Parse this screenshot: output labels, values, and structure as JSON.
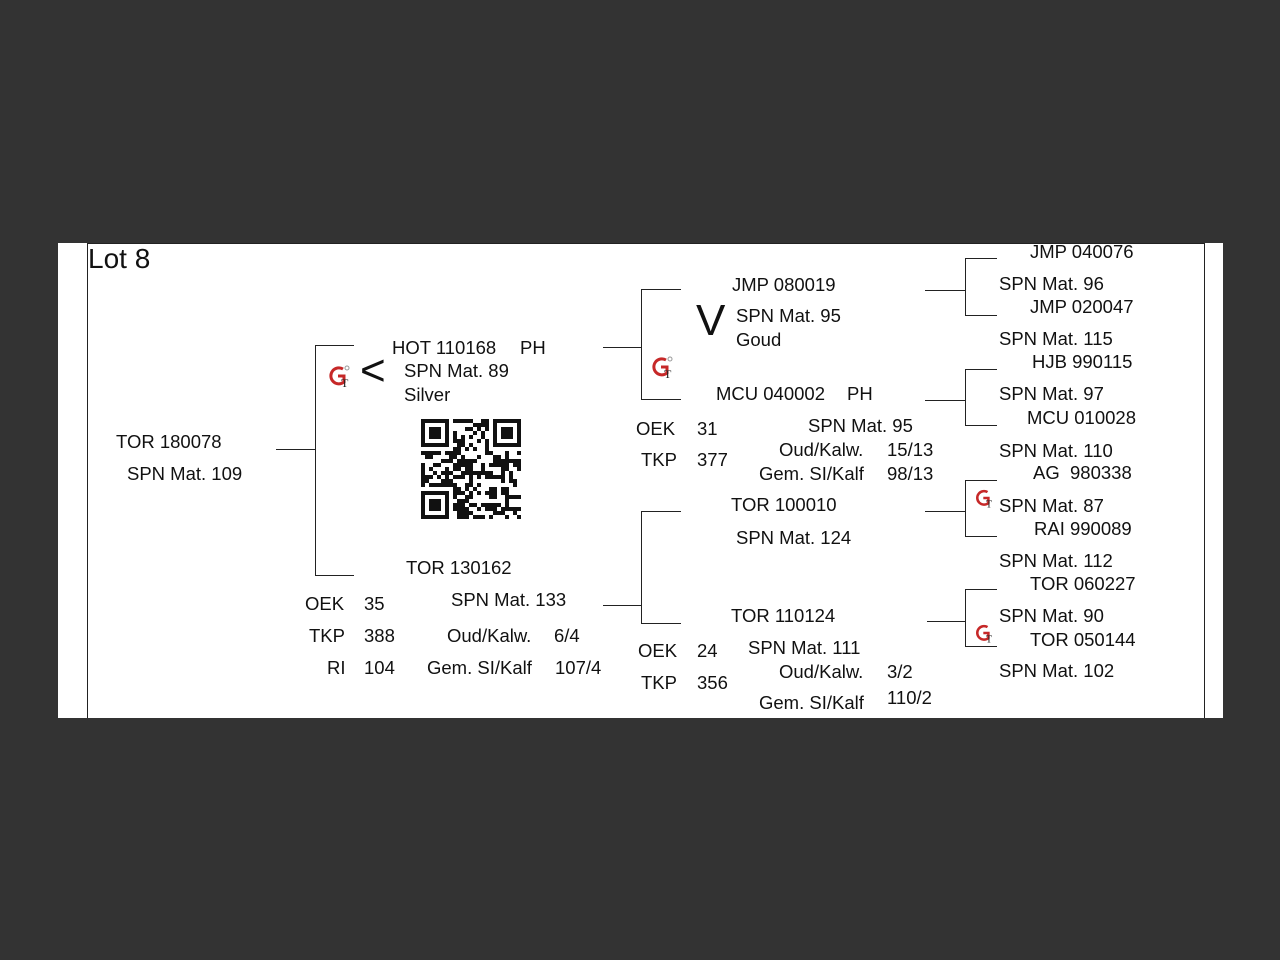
{
  "lot": "Lot 8",
  "subject": {
    "name": "TOR 180078",
    "mat": "SPN Mat. 109"
  },
  "sire": {
    "name": "HOT 110168",
    "tag": "PH",
    "mat": "SPN Mat. 89",
    "award": "Silver",
    "symbol": "<"
  },
  "dam": {
    "name": "TOR 130162",
    "mat": "SPN Mat. 133",
    "oek_label": "OEK",
    "oek": "35",
    "tkp_label": "TKP",
    "tkp": "388",
    "ri_label": "RI",
    "ri": "104",
    "oudkalw_label": "Oud/Kalw.",
    "oudkalw": "6/4",
    "gemsi_label": "Gem. SI/Kalf",
    "gemsi": "107/4"
  },
  "ss": {
    "name": "JMP 080019",
    "mat": "SPN Mat. 95",
    "award": "Goud",
    "symbol": "V"
  },
  "sd": {
    "name": "MCU 040002",
    "tag": "PH",
    "mat": "SPN Mat. 95",
    "oek_label": "OEK",
    "oek": "31",
    "tkp_label": "TKP",
    "tkp": "377",
    "oudkalw_label": "Oud/Kalw.",
    "oudkalw": "15/13",
    "gemsi_label": "Gem. SI/Kalf",
    "gemsi": "98/13"
  },
  "ds": {
    "name": "TOR 100010",
    "mat": "SPN Mat. 124"
  },
  "dd": {
    "name": "TOR 110124",
    "mat": "SPN Mat. 111",
    "oek_label": "OEK",
    "oek": "24",
    "tkp_label": "TKP",
    "tkp": "356",
    "oudkalw_label": "Oud/Kalw.",
    "oudkalw": "3/2",
    "gemsi_label": "Gem. SI/Kalf",
    "gemsi": "110/2"
  },
  "gen3": [
    {
      "name": "JMP 040076",
      "mat": "SPN Mat. 96"
    },
    {
      "name": "JMP 020047",
      "mat": "SPN Mat. 115"
    },
    {
      "name": "HJB 990115",
      "mat": "SPN Mat. 97"
    },
    {
      "name": "MCU 010028",
      "mat": "SPN Mat. 110"
    },
    {
      "name": "AG  980338",
      "mat": "SPN Mat. 87"
    },
    {
      "name": "RAI 990089",
      "mat": "SPN Mat. 112"
    },
    {
      "name": "TOR 060227",
      "mat": "SPN Mat. 90"
    },
    {
      "name": "TOR 050144",
      "mat": "SPN Mat. 102"
    }
  ]
}
